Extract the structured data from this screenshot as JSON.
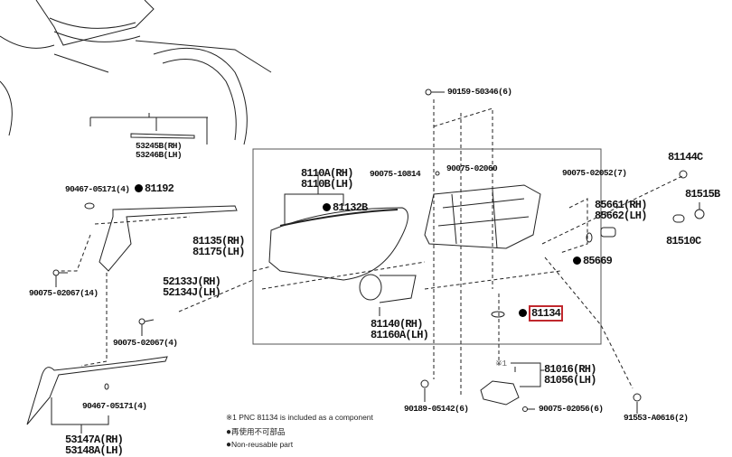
{
  "diagram": {
    "frame_labels": {
      "left": [
        "81135(RH)",
        "81175(LH)"
      ]
    },
    "parts": {
      "p53245": [
        "53245B(RH)",
        "53246B(LH)"
      ],
      "p90467_top": "90467-05171(4)",
      "p81192": "81192",
      "p90075_14": "90075-02067(14)",
      "p52133": [
        "52133J(RH)",
        "52134J(LH)"
      ],
      "p90075_4": "90075-02067(4)",
      "p8110": [
        "8110A(RH)",
        "8110B(LH)"
      ],
      "p81132": "81132B",
      "p81140": [
        "81140(RH)",
        "81160A(LH)"
      ],
      "p90075_10814": "90075-10814",
      "p90075_02060": "90075-02060",
      "p90159": "90159-50346(6)",
      "p90075_02052": "90075-02052(7)",
      "p81144": "81144C",
      "p81515": "81515B",
      "p85661": [
        "85661(RH)",
        "85662(LH)"
      ],
      "p81510": "81510C",
      "p85669": "85669",
      "p81134": "81134",
      "p_ref": "※1",
      "p81016": [
        "81016(RH)",
        "81056(LH)"
      ],
      "p90189": "90189-05142(6)",
      "p90075_02056": "90075-02056(6)",
      "p91553": "91553-A0616(2)",
      "p90467_bot": "90467-05171(4)",
      "p53147": [
        "53147A(RH)",
        "53148A(LH)"
      ]
    },
    "highlight_color": "#c0282d",
    "notes": [
      "※1 PNC 81134 is included as a component",
      "再使用不可部品",
      "Non-reusable part"
    ]
  }
}
